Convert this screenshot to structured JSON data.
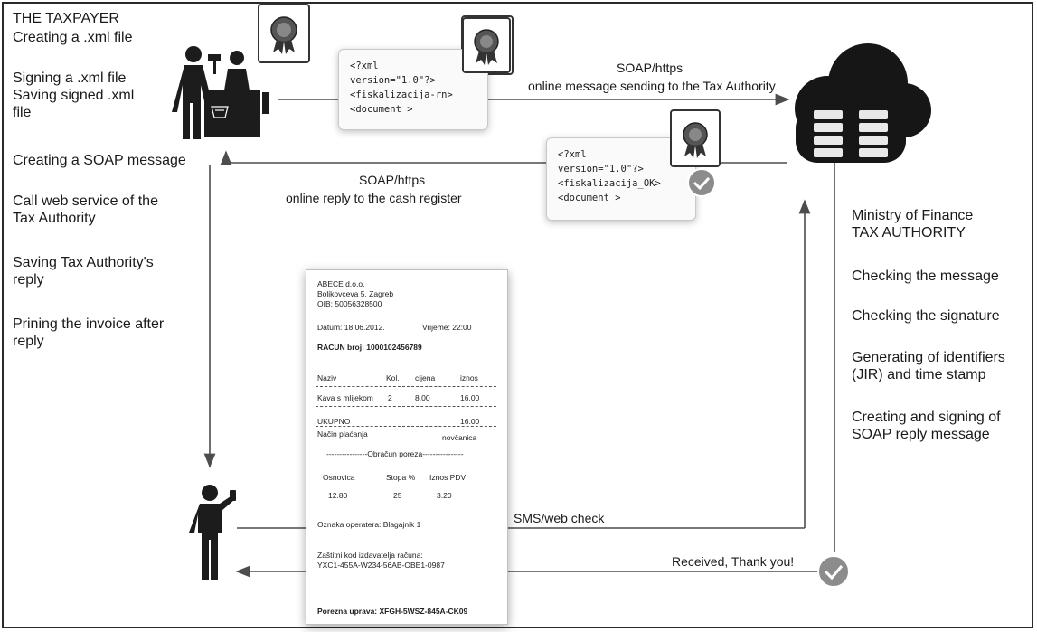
{
  "taxpayer": {
    "title": "THE TAXPAYER",
    "steps": [
      "Creating a .xml file",
      "Signing a .xml file\nSaving signed .xml\nfile",
      "Creating a SOAP message",
      "Call web service of the\nTax Authority",
      "Saving Tax Authority's\nreply",
      "Prining the invoice after\nreply"
    ]
  },
  "authority": {
    "title": "Ministry of Finance\nTAX AUTHORITY",
    "steps": [
      "Checking the message",
      "Checking the signature",
      "Generating of identifiers\n(JIR) and time stamp",
      "Creating and signing of\nSOAP reply message"
    ]
  },
  "request_xml": [
    "<?xml",
    "version=\"1.0\"?>",
    "<fiskalizacija-rn>",
    "<document >"
  ],
  "reply_xml": [
    "<?xml",
    "version=\"1.0\"?>",
    "<fiskalizacija_OK>",
    "<document >"
  ],
  "arrows": {
    "request_protocol": "SOAP/https",
    "request_desc": "online message sending to the Tax Authority",
    "reply_protocol": "SOAP/https",
    "reply_desc": "online reply to the cash register",
    "sms_check": "SMS/web check",
    "received": "Received, Thank you!"
  },
  "receipt": {
    "company": "ABECE d.o.o.",
    "address": "Bolikovceva 5, Zagreb",
    "oib": "OIB: 50056328500",
    "date": "Datum: 18.06.2012.",
    "time": "Vrijeme: 22:00",
    "invoice": "RACUN broj: 1000102456789",
    "headers": [
      "Naziv",
      "Kol.",
      "cijena",
      "iznos"
    ],
    "item": [
      "Kava s mlijekom",
      "2",
      "8.00",
      "16.00"
    ],
    "total_label": "UKUPNO",
    "total_value": "16.00",
    "payment_label": "Način plaćanja",
    "payment_value": "novčanica",
    "tax_heading": "----------------Obračun poreza----------------",
    "tax_headers": [
      "Osnovica",
      "Stopa %",
      "Iznos PDV"
    ],
    "tax_values": [
      "12.80",
      "25",
      "3.20"
    ],
    "operator": "Oznaka operatera: Blagajnik 1",
    "protect_label": "Zaštitni kod izdavatelja računa:",
    "protect_code": "YXC1-455A-W234-56AB-OBE1-0987",
    "jir": "Porezna uprava: XFGH-5WSZ-845A-CK09"
  },
  "colors": {
    "arrow": "#4d4d4d",
    "cloud": "#161616",
    "badge": "#8c8c8c"
  }
}
